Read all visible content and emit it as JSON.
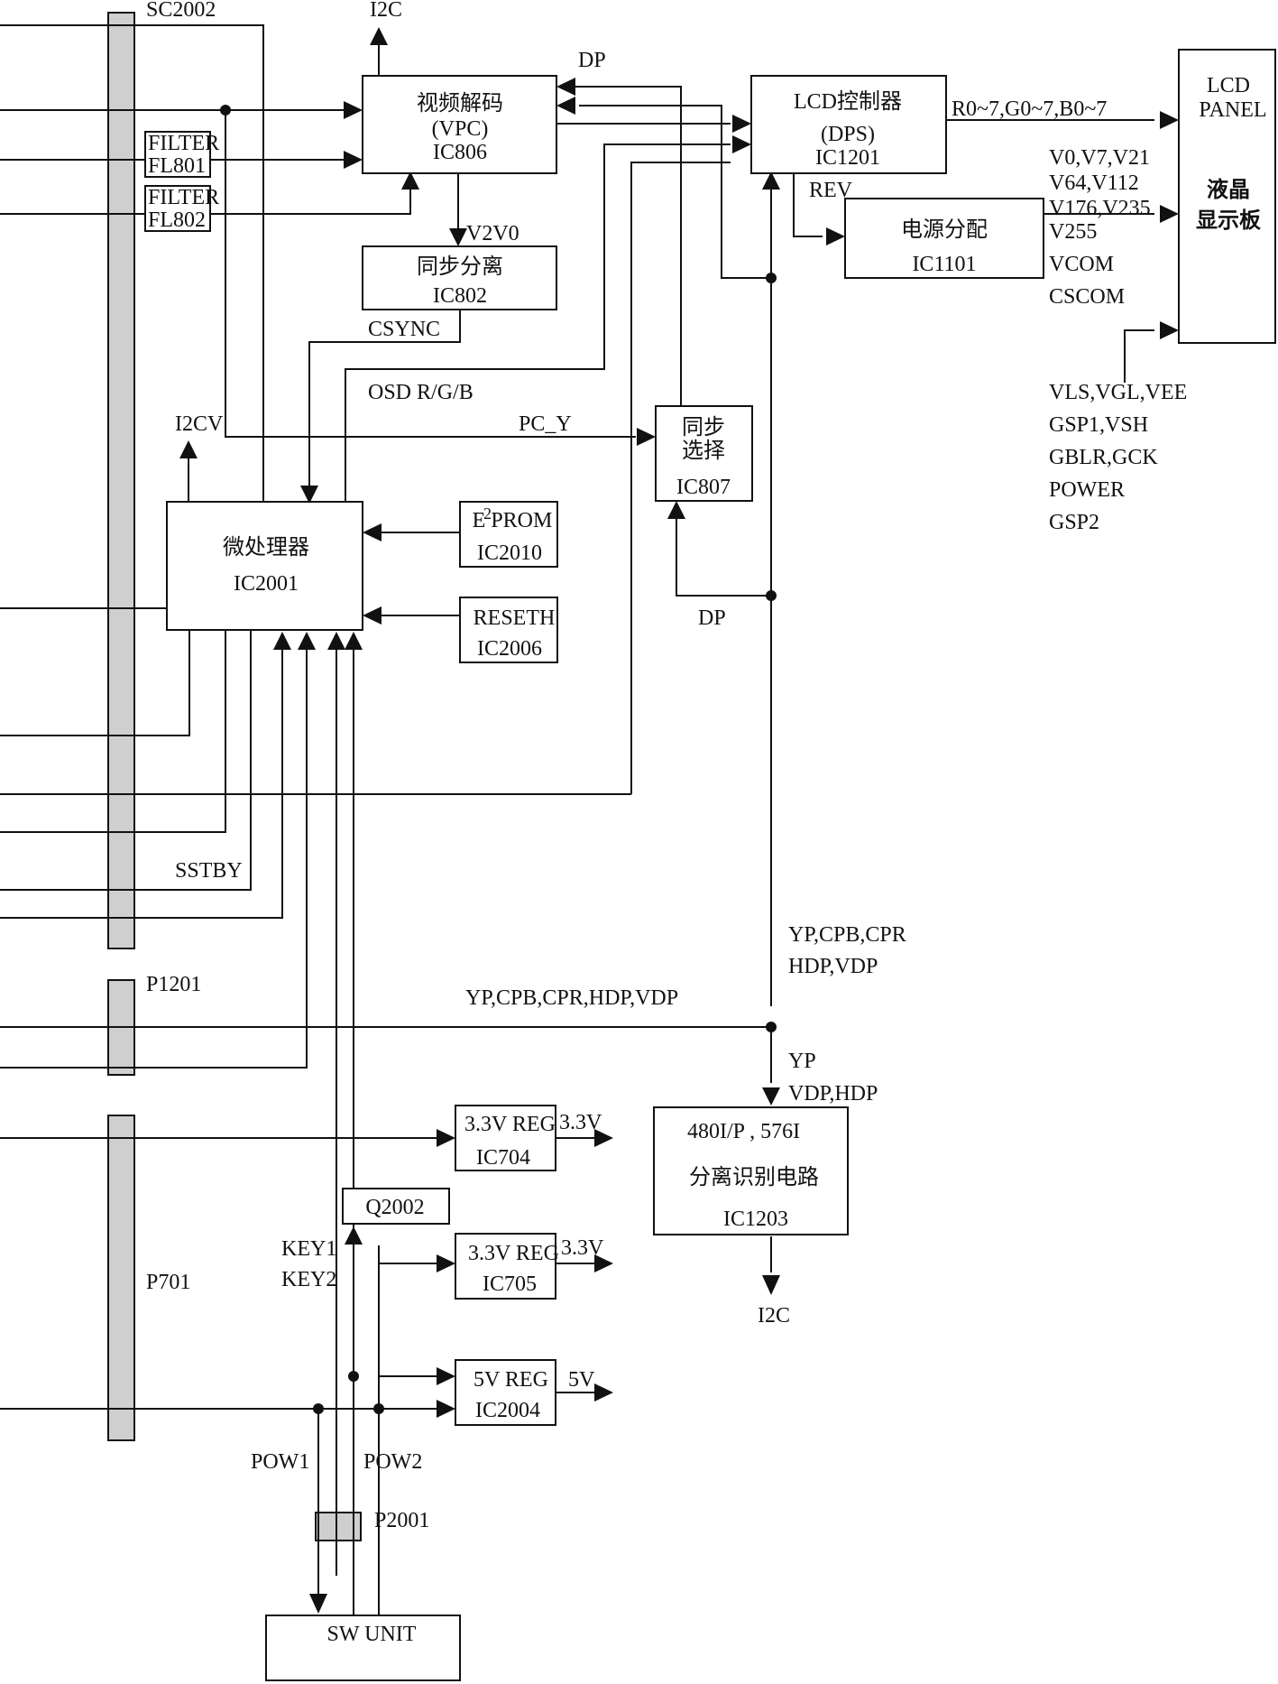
{
  "blocks": {
    "vpc": {
      "line1": "视频解码",
      "line2": "(VPC)",
      "line3": "IC806"
    },
    "lcd_ctrl": {
      "line1": "LCD控制器",
      "line2": "(DPS)",
      "line3": "IC1201"
    },
    "lcd_panel": {
      "line1": "LCD",
      "line2": "PANEL",
      "line3": "液晶",
      "line4": "显示板"
    },
    "sync_sep": {
      "line1": "同步分离",
      "line2": "IC802"
    },
    "power_dist": {
      "line1": "电源分配",
      "line2": "IC1101"
    },
    "sync_sel": {
      "line1": "同步",
      "line2": "选择",
      "line3": "IC807"
    },
    "mcu": {
      "line1": "微处理器",
      "line2": "IC2001"
    },
    "eeprom": {
      "line1": "E PROM",
      "sup": "2",
      "line2": "IC2010"
    },
    "reset": {
      "line1": "RESETH",
      "line2": "IC2006"
    },
    "filter1": {
      "line1": "FILTER",
      "line2": "FL801"
    },
    "filter2": {
      "line1": "FILTER",
      "line2": "FL802"
    },
    "reg704": {
      "line1": "3.3V REG",
      "line2": "IC704",
      "out": "3.3V"
    },
    "reg705": {
      "line1": "3.3V REG",
      "line2": "IC705",
      "out": "3.3V"
    },
    "reg2004": {
      "line1": "5V REG",
      "line2": "IC2004",
      "out": "5V"
    },
    "q2002": {
      "label": "Q2002"
    },
    "ident": {
      "line1": "480I/P , 576I",
      "line2": "分离识别电路",
      "line3": "IC1203"
    },
    "sw_unit": {
      "label": "SW UNIT"
    }
  },
  "connectors": {
    "sc2002": "SC2002",
    "p1201": "P1201",
    "p701": "P701",
    "p2001": "P2001"
  },
  "signals": {
    "i2c_top": "I2C",
    "dp_top": "DP",
    "rgb_out": "R0~7,G0~7,B0~7",
    "v_lines": [
      "V0,V7,V21",
      "V64,V112",
      "V176,V235",
      "V255",
      "VCOM",
      "CSCOM"
    ],
    "rev": "REV",
    "v2v0": "V2V0",
    "csync": "CSYNC",
    "osd": "OSD R/G/B",
    "i2cv": "I2CV",
    "pc_y": "PC_Y",
    "dp_mid": "DP",
    "panel_ctrl": [
      "VLS,VGL,VEE",
      "GSP1,VSH",
      "GBLR,GCK",
      "POWER",
      "GSP2"
    ],
    "sstby": "SSTBY",
    "ypcpb_v": [
      "YP,CPB,CPR",
      "HDP,VDP"
    ],
    "ypcpb_h": "YP,CPB,CPR,HDP,VDP",
    "yp_vdp": [
      "YP",
      "VDP,HDP"
    ],
    "key": [
      "KEY1",
      "KEY2"
    ],
    "i2c_bottom": "I2C",
    "pow1": "POW1",
    "pow2": "POW2"
  }
}
